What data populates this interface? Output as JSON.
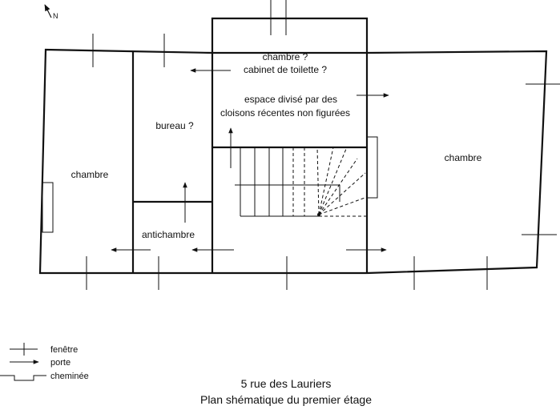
{
  "north_label": "N",
  "rooms": {
    "chambre_west": "chambre",
    "bureau": "bureau ?",
    "antichambre": "antichambre",
    "center_line1": "chambre ?",
    "center_line2": "cabinet de toilette ?",
    "note_line1": "espace divisé par des",
    "note_line2": "cloisons récentes non figurées",
    "chambre_east": "chambre"
  },
  "legend": {
    "window": "fenêtre",
    "door": "porte",
    "fireplace": "cheminée"
  },
  "caption": {
    "line1": "5 rue des Lauriers",
    "line2": "Plan shématique du premier étage"
  }
}
